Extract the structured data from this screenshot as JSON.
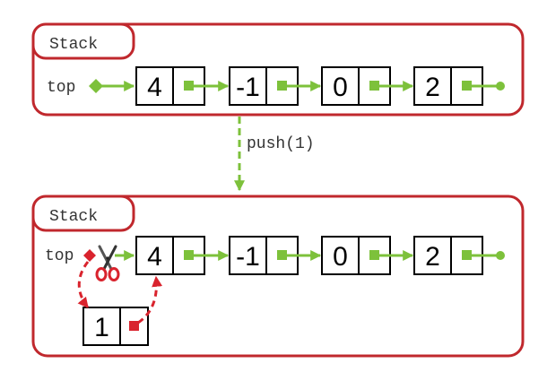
{
  "colors": {
    "frame": "#c0282d",
    "pointer": "#7dc13b",
    "new_pointer": "#d9232d",
    "node_border": "#000000"
  },
  "before": {
    "title": "Stack",
    "top_label": "top",
    "nodes": [
      "4",
      "-1",
      "0",
      "2"
    ]
  },
  "operation": {
    "label": "push(1)"
  },
  "after": {
    "title": "Stack",
    "top_label": "top",
    "nodes": [
      "4",
      "-1",
      "0",
      "2"
    ],
    "new_node": "1"
  },
  "icons": {
    "cut": "scissors-icon"
  }
}
